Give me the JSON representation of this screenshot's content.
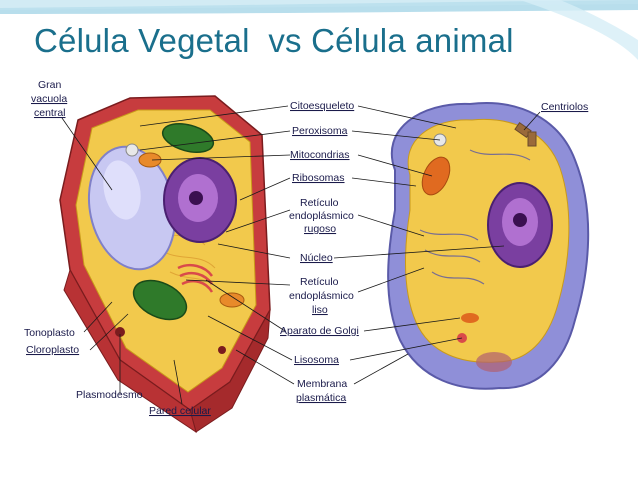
{
  "title": "Célula Vegetal  vs Célula animal",
  "labels": {
    "gran": "Gran",
    "vacuola": "vacuola",
    "central": "central",
    "citoesqueleto": "Citoesqueleto",
    "peroxisoma": "Peroxisoma",
    "mitocondrias": "Mitocondrias",
    "ribosomas": "Ribosomas",
    "reticulo_rugoso_1": "Retículo",
    "reticulo_rugoso_2": "endoplásmico",
    "reticulo_rugoso_3": "rugoso",
    "nucleo": "Núcleo",
    "reticulo_liso_1": "Retículo",
    "reticulo_liso_2": "endoplásmico",
    "reticulo_liso_3": "liso",
    "golgi": "Aparato de Golgi",
    "lisosoma": "Lisosoma",
    "membrana_1": "Membrana",
    "membrana_2": "plasmática",
    "centriolos": "Centriolos",
    "tonoplasto": "Tonoplasto",
    "cloroplasto": "Cloroplasto",
    "plasmodesmo": "Plasmodesmo",
    "pared": "Pared celular"
  }
}
